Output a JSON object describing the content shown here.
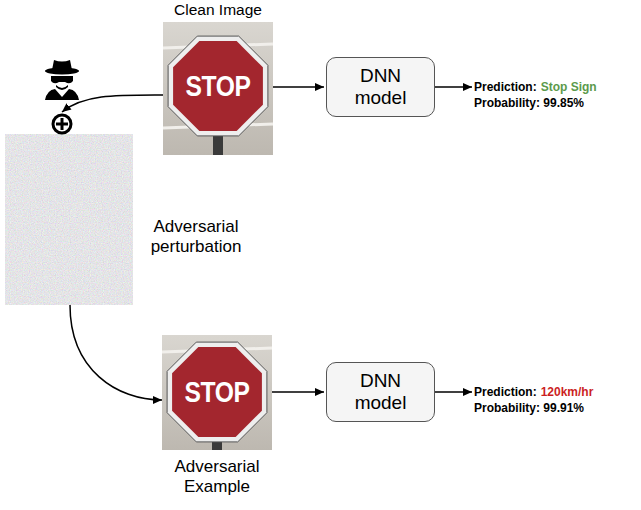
{
  "diagram": {
    "nodes": [
      {
        "text": [
          "Clean Image",
          "STOP"
        ]
      },
      {
        "text": [
          "DNN model"
        ]
      },
      {
        "text": [
          "Prediction:",
          "Stop Sign",
          "Probability: 99.85%"
        ]
      },
      {
        "text": [
          "Adversarial perturbation"
        ]
      },
      {
        "text": [
          "STOP",
          "Adversarial Example"
        ]
      },
      {
        "text": [
          "DNN model"
        ]
      },
      {
        "text": [
          "Prediction:",
          "120km/hr",
          "Probability: 99.91%"
        ]
      }
    ],
    "edges": [
      {
        "from": 0,
        "to": 1,
        "arrow": "to"
      },
      {
        "from": 1,
        "to": 2,
        "arrow": "to"
      },
      {
        "from": 0,
        "to": 3,
        "arrow": "to"
      },
      {
        "from": 3,
        "to": 4,
        "arrow": "to"
      },
      {
        "from": 4,
        "to": 5,
        "arrow": "to"
      },
      {
        "from": 5,
        "to": 6,
        "arrow": "to"
      }
    ]
  }
}
